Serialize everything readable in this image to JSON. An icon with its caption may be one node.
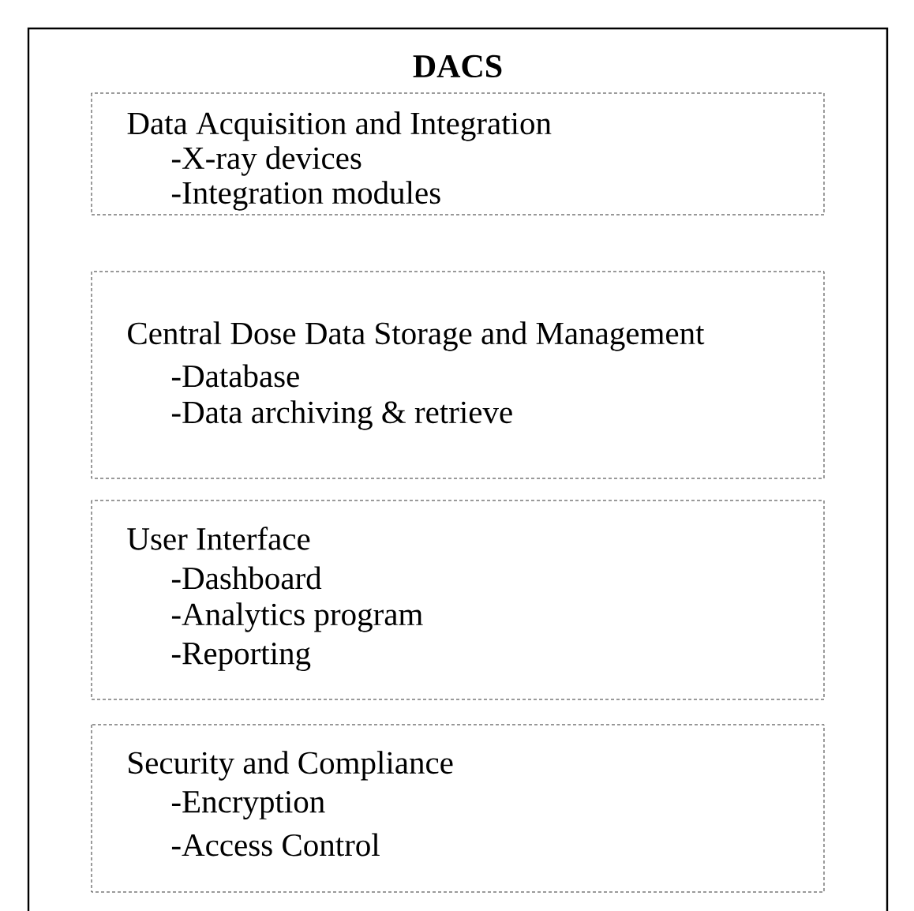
{
  "diagram": {
    "nodes": [
      {
        "text": [
          "DACS"
        ]
      },
      {
        "text": [
          "Data Acquisition and Integration",
          "-X-ray devices",
          "-Integration modules"
        ],
        "in": 0
      },
      {
        "text": [
          "Central Dose Data Storage and Management",
          "-Database",
          "-Data archiving & retrieve"
        ],
        "in": 0
      },
      {
        "text": [
          "User Interface",
          "-Dashboard",
          "-Analytics program",
          "-Reporting"
        ],
        "in": 0
      },
      {
        "text": [
          "Security and Compliance",
          "-Encryption",
          "-Access Control"
        ],
        "in": 0
      }
    ]
  }
}
